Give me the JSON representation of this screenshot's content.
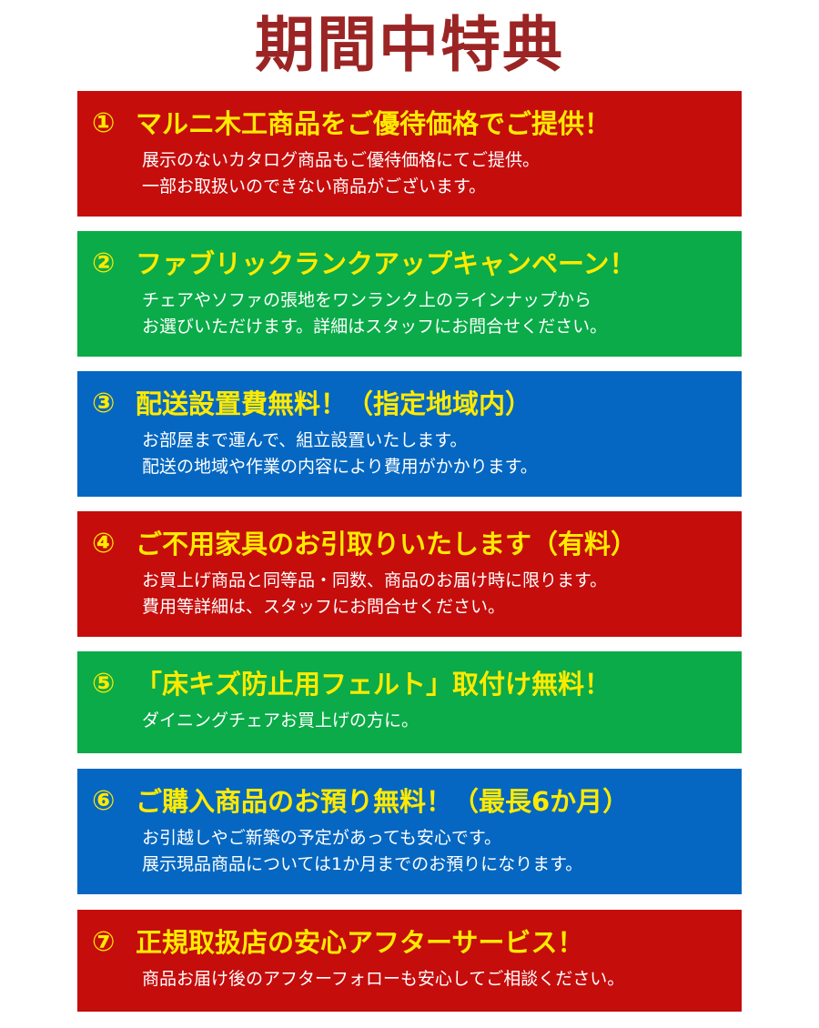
{
  "title": "期間中特典",
  "benefits": [
    {
      "number": "①",
      "title": "マルニ木工商品をご優待価格でご提供！",
      "lines": [
        "展示のないカタログ商品もご優待価格にてご提供。",
        "一部お取扱いのできない商品がございます。"
      ],
      "color": "#c50d0c"
    },
    {
      "number": "②",
      "title": "ファブリックランクアップキャンペーン！",
      "lines": [
        "チェアやソファの張地をワンランク上のラインナップから",
        "お選びいただけます。詳細はスタッフにお問合せください。"
      ],
      "color": "#0aab48"
    },
    {
      "number": "③",
      "title": "配送設置費無料！（指定地域内）",
      "lines": [
        "お部屋まで運んで、組立設置いたします。",
        "配送の地域や作業の内容により費用がかかります。"
      ],
      "color": "#0567c1"
    },
    {
      "number": "④",
      "title": "ご不用家具のお引取りいたします（有料）",
      "lines": [
        "お買上げ商品と同等品・同数、商品のお届け時に限ります。",
        "費用等詳細は、スタッフにお問合せください。"
      ],
      "color": "#c50d0c"
    },
    {
      "number": "⑤",
      "title": "「床キズ防止用フェルト」取付け無料！",
      "lines": [
        "ダイニングチェアお買上げの方に。"
      ],
      "color": "#0aab48"
    },
    {
      "number": "⑥",
      "title": "ご購入商品のお預り無料！（最長6か月）",
      "lines": [
        "お引越しやご新築の予定があっても安心です。",
        "展示現品商品については1か月までのお預りになります。"
      ],
      "color": "#0567c1"
    },
    {
      "number": "⑦",
      "title": "正規取扱店の安心アフターサービス！",
      "lines": [
        "商品お届け後のアフターフォローも安心してご相談ください。"
      ],
      "color": "#c50d0c"
    }
  ],
  "colors": {
    "title": "#9b2524",
    "heading_text": "#ffea00",
    "body_text": "#ffffff"
  }
}
